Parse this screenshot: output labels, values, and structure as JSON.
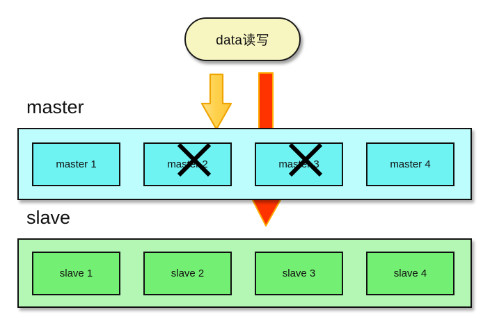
{
  "diagram": {
    "source": {
      "label": "data读写",
      "shape": "rounded-pill",
      "fill_color": "#f7f5c0",
      "border_color": "#1a1a1a"
    },
    "arrows": [
      {
        "name": "yellow-arrow",
        "color": "#ffd24d",
        "border_color": "#f0a400",
        "direction": "down",
        "from": "data读写",
        "to": "master"
      },
      {
        "name": "red-arrow",
        "color": "#ff3300",
        "border_color": "#ffaa00",
        "direction": "down",
        "from": "data读写",
        "to": "slave"
      }
    ],
    "groups": [
      {
        "name": "master",
        "heading": "master",
        "fill_color": "#bdfdfd",
        "node_fill_color": "#6ef2f2",
        "nodes": [
          {
            "label": "master 1",
            "crossed_out": false
          },
          {
            "label": "master 2",
            "crossed_out": true
          },
          {
            "label": "master 3",
            "crossed_out": true
          },
          {
            "label": "master 4",
            "crossed_out": false
          }
        ]
      },
      {
        "name": "slave",
        "heading": "slave",
        "fill_color": "#b4f7b4",
        "node_fill_color": "#73f073",
        "nodes": [
          {
            "label": "slave 1",
            "crossed_out": false
          },
          {
            "label": "slave 2",
            "crossed_out": false
          },
          {
            "label": "slave 3",
            "crossed_out": false
          },
          {
            "label": "slave 4",
            "crossed_out": false
          }
        ]
      }
    ]
  }
}
